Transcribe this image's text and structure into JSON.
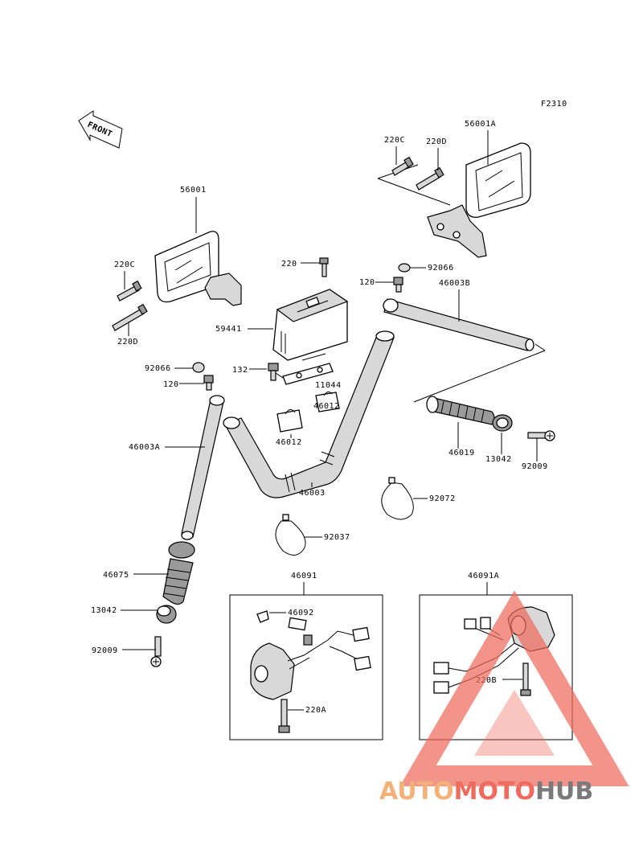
{
  "figure_code": "F2310",
  "front_label": "FRONT",
  "parts": {
    "p56001A": "56001A",
    "p220C_r": "220C",
    "p220D_r": "220D",
    "p56001": "56001",
    "p220C_l": "220C",
    "p220D_l": "220D",
    "p220": "220",
    "p92066_r": "92066",
    "p120_r": "120",
    "p46003B": "46003B",
    "p59441": "59441",
    "p92066_l": "92066",
    "p132": "132",
    "p11044": "11044",
    "p120_l": "120",
    "p46012_r": "46012",
    "p46012_l": "46012",
    "p46003A": "46003A",
    "p46003": "46003",
    "p46019": "46019",
    "p13042_r": "13042",
    "p92009_r": "92009",
    "p92072": "92072",
    "p92037": "92037",
    "p46091": "46091",
    "p46091A": "46091A",
    "p46075": "46075",
    "p46092": "46092",
    "p13042_l": "13042",
    "p220B": "220B",
    "p92009_l": "92009",
    "p220A": "220A"
  },
  "watermark": {
    "part1": "AUTO",
    "part2": "MOTO",
    "part3": "HUB",
    "color1": "#f2b27a",
    "color2": "#ee6b5e",
    "color3": "#7a7a7a",
    "logo_color": "#ee6b5e"
  }
}
